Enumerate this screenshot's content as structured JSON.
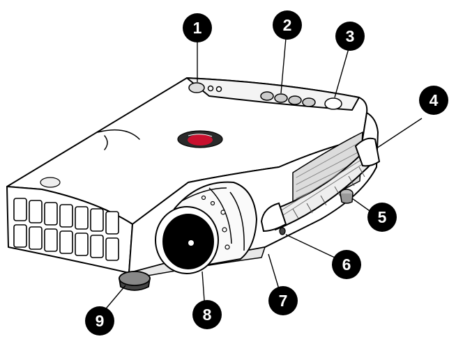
{
  "figure": {
    "background_color": "#ffffff",
    "line_color": "#000000",
    "body_fill": "#ffffff",
    "shadow_fill": "#e8e8e8",
    "logo_color": "#c8102e",
    "device": "projector"
  },
  "callouts": [
    {
      "number": "1"
    },
    {
      "number": "2"
    },
    {
      "number": "3"
    },
    {
      "number": "4"
    },
    {
      "number": "5"
    },
    {
      "number": "6"
    },
    {
      "number": "7"
    },
    {
      "number": "8"
    },
    {
      "number": "9"
    }
  ]
}
